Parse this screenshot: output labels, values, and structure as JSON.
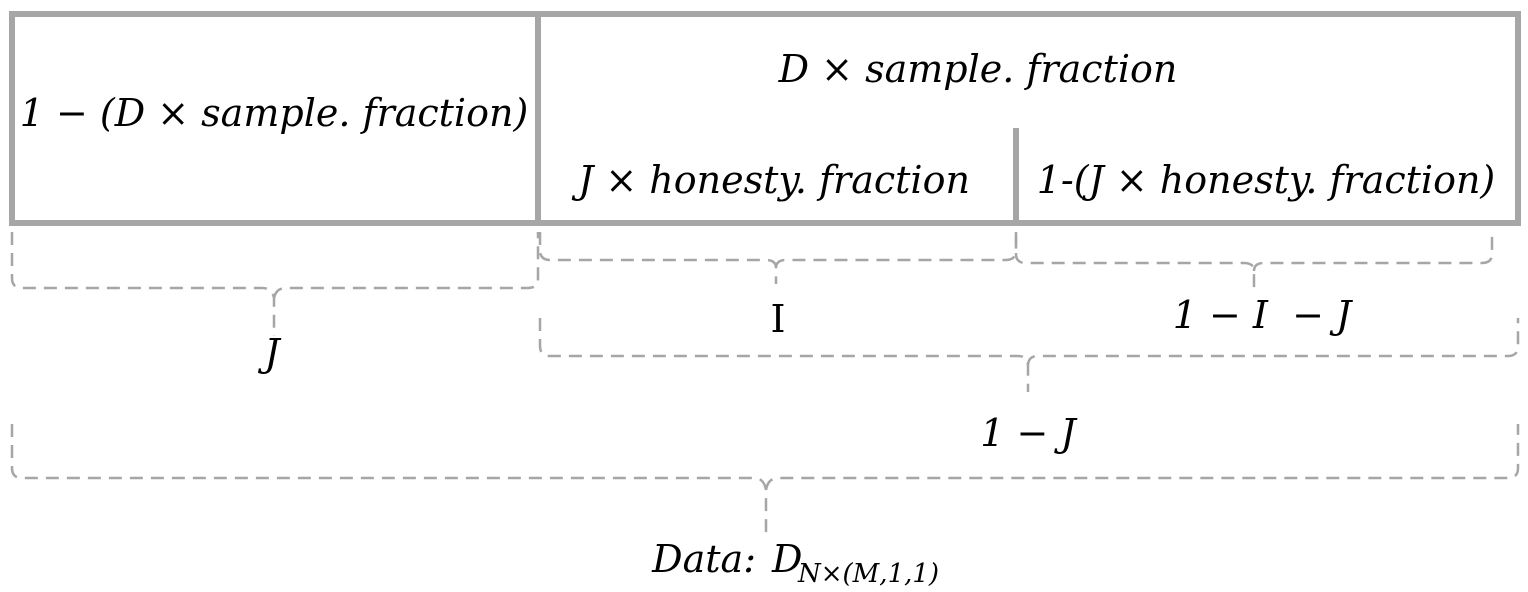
{
  "header": {
    "left_cell": "1 − (D × sample. fraction)",
    "right_top_cell": "D × sample. fraction",
    "right_mid_cell": "J × honesty. fraction",
    "right_last_cell": "1-(J × honesty. fraction)"
  },
  "labels": {
    "j": "J",
    "i": "I",
    "one_minus_i_minus_j": "1 − I  − J",
    "one_minus_j": "1 − J",
    "data_prefix": "Data:",
    "data_symbol": "D",
    "data_subscript": "N×(M,1,1)"
  }
}
